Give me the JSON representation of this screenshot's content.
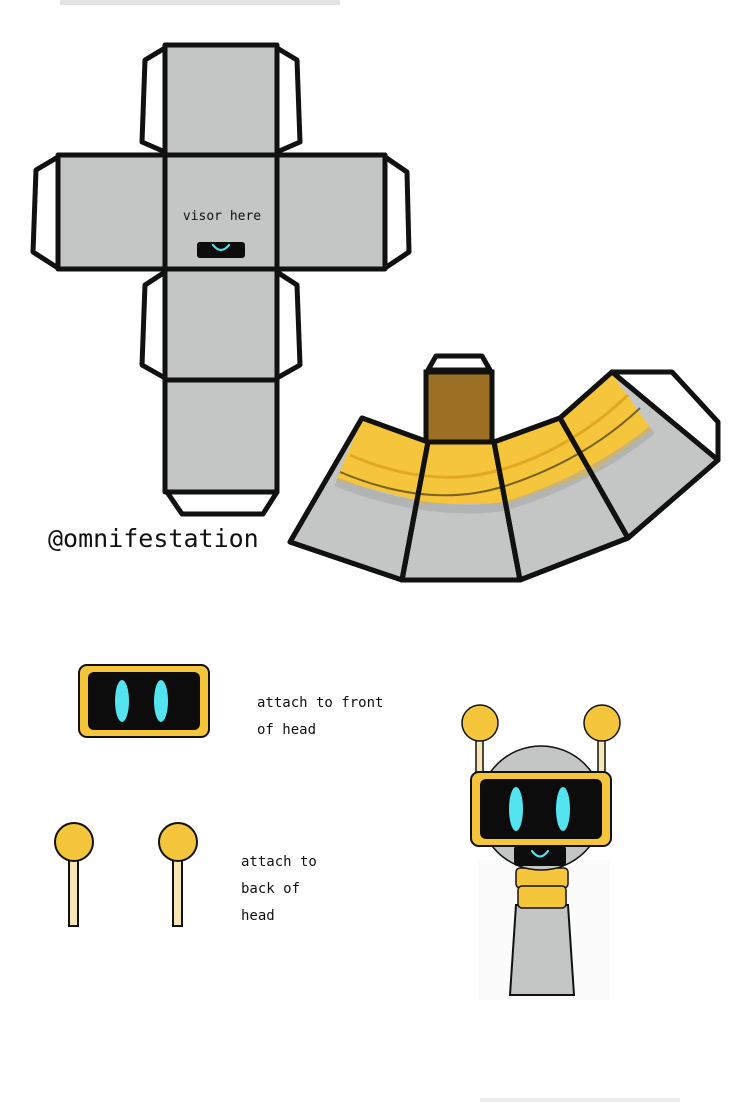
{
  "labels": {
    "visor_here": "visor here",
    "credit": "@omnifestation",
    "front_line1": "attach to front",
    "front_line2": "of head",
    "back_line1": "attach to",
    "back_line2": "back of",
    "back_line3": "head"
  },
  "colors": {
    "outline": "#111111",
    "panel_gray": "#c4c6c6",
    "shade_gray": "#a4a6a6",
    "tab_white": "#ffffff",
    "accent_yellow": "#f5c63c",
    "accent_yellow_dark": "#e2a91f",
    "antenna_stem": "#f6e7b4",
    "neck_brown": "#9b7024",
    "visor_black": "#0c0c0c",
    "eye_cyan": "#53e4ef"
  },
  "icons": {
    "head_net": "cube-net-shape",
    "neck_net": "curved-neck-strip-shape",
    "visor": "robot-visor-shape",
    "antenna": "ball-antenna-shape",
    "preview": "assembled-robot-shape"
  }
}
